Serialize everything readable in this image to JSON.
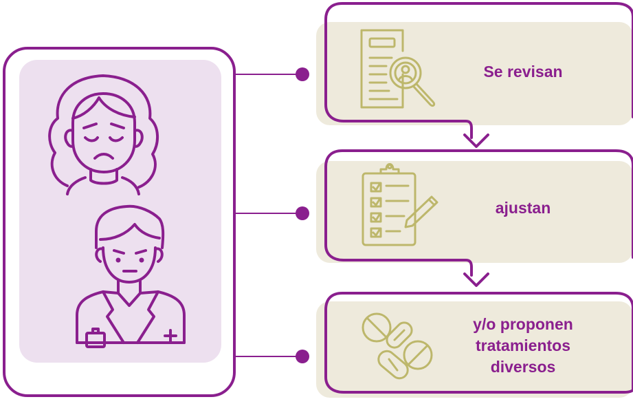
{
  "colors": {
    "primary_purple": "#8a1f8e",
    "panel_lavender": "#ede0ef",
    "step_beige": "#eeeadc",
    "icon_olive": "#bdb76b"
  },
  "people_panel": {
    "icons": [
      "sad-woman-icon",
      "doctor-icon"
    ]
  },
  "steps": [
    {
      "icon": "document-search-icon",
      "lines": [
        "Se revisan"
      ]
    },
    {
      "icon": "clipboard-checklist-icon",
      "lines": [
        "ajustan"
      ]
    },
    {
      "icon": "pills-icon",
      "lines": [
        "y/o proponen",
        "tratamientos",
        "diversos"
      ]
    }
  ]
}
